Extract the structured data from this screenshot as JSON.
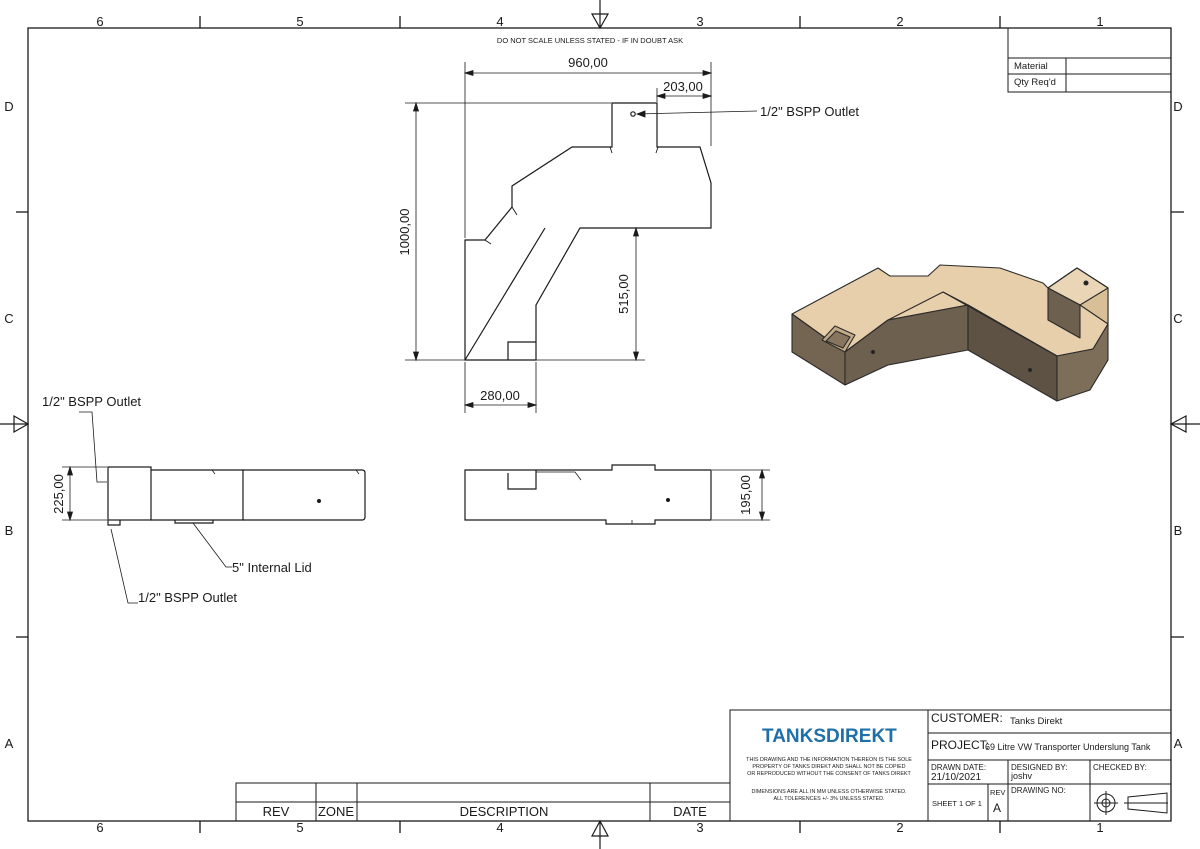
{
  "border": {
    "columns": [
      "6",
      "5",
      "4",
      "3",
      "2",
      "1"
    ],
    "rows": [
      "D",
      "C",
      "B",
      "A"
    ]
  },
  "notice": "DO NOT SCALE UNLESS STATED - IF IN DOUBT ASK",
  "material_table": {
    "material": "Material",
    "qty": "Qty Req'd"
  },
  "front_view": {
    "dim_width": "960,00",
    "dim_outlet_width": "203,00",
    "dim_height": "1000,00",
    "dim_inner_height": "515,00",
    "dim_bottom_width": "280,00",
    "outlet_label": "1/2\" BSPP Outlet"
  },
  "side_view": {
    "dim_height": "225,00",
    "top_outlet_label": "1/2\" BSPP Outlet",
    "lid_label": "5\" Internal Lid",
    "bottom_outlet_label": "1/2\" BSPP Outlet"
  },
  "rear_view": {
    "dim_height": "195,00"
  },
  "revision_table": {
    "rev": "REV",
    "zone": "ZONE",
    "description": "DESCRIPTION",
    "date": "DATE"
  },
  "title_block": {
    "logo_part1": "TANKS",
    "logo_part2": "DIREKT",
    "brand_color": "#1f6fa8",
    "disclaimer": [
      "THIS DRAWING AND THE INFORMATION THEREON IS THE SOLE",
      "PROPERTY OF TANKS DIREKT AND SHALL NOT BE COPIED",
      "OR REPRODUCED WITHOUT THE CONSENT OF TANKS DIREKT"
    ],
    "tolerances": [
      "DIMENSIONS ARE ALL IN MM UNLESS OTHERWISE STATED.",
      "ALL TOLERENCES +/- 3% UNLESS STATED."
    ],
    "customer_label": "CUSTOMER:",
    "customer_value": "Tanks Direkt",
    "project_label": "PROJECT:",
    "project_value": "69 Litre VW Transporter Underslung Tank",
    "drawn_date_label": "DRAWN DATE:",
    "drawn_date_value": "21/10/2021",
    "designed_by_label": "DESIGNED BY:",
    "designed_by_value": "joshv",
    "checked_by_label": "CHECKED BY:",
    "sheet": "SHEET 1 OF 1",
    "rev_label": "REV",
    "rev_value": "A",
    "drawing_no_label": "DRAWING NO:"
  }
}
